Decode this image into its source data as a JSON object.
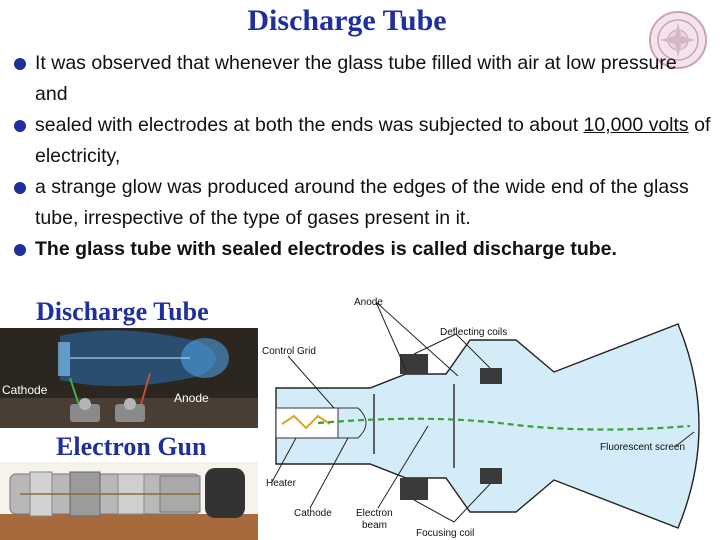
{
  "slide": {
    "title": "Discharge Tube",
    "bullets": [
      "It was observed that whenever the glass tube filled with air at low pressure and",
      "sealed with electrodes at both the ends was subjected to about",
      "of electricity,",
      "a strange glow was produced around the edges of the wide end of the glass tube, irrespective of the type of gases present in it.",
      "The glass tube with sealed electrodes is called discharge tube."
    ],
    "underlined_phrase": "10,000 volts",
    "section_label_1": "Discharge Tube",
    "section_label_2": "Electron Gun"
  },
  "photo": {
    "labels": [
      "Cathode",
      "Anode"
    ]
  },
  "diagram": {
    "labels": {
      "anode": "Anode",
      "deflecting_coils": "Deflecting coils",
      "control_grid": "Control Grid",
      "fluorescent_screen": "Fluorescent screen",
      "heater": "Heater",
      "cathode": "Cathode",
      "electron": "Electron",
      "beam": "beam",
      "focusing_coil": "Focusing coil"
    }
  },
  "colors": {
    "title_blue": "#1f2f9e",
    "bullet_blue": "#1f2f9e",
    "tube_fill": "#d4ecf7",
    "beam_green": "#3aa03a"
  }
}
